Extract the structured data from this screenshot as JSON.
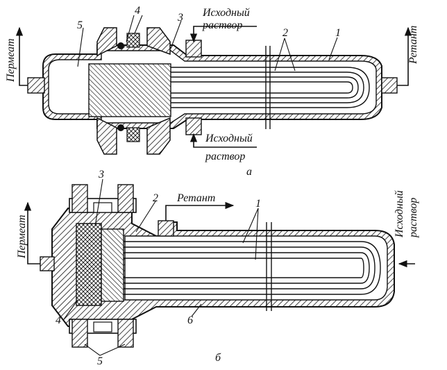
{
  "figure_a": {
    "sublabel": "а",
    "feed_top_line1": "Исходный",
    "feed_top_line2": "раствор",
    "feed_bottom_line1": "Исходный",
    "feed_bottom_line2": "раствор",
    "permeate": "Пермеат",
    "retentate": "Ретант",
    "callouts": [
      "1",
      "2",
      "3",
      "4",
      "5"
    ]
  },
  "figure_b": {
    "sublabel": "б",
    "permeate": "Пермеат",
    "retentate": "Ретант",
    "feed_line1": "Исходный",
    "feed_line2": "раствор",
    "callouts": [
      "1",
      "2",
      "3",
      "4",
      "5",
      "6"
    ]
  },
  "colors": {
    "ink": "#111111",
    "paper": "#ffffff"
  }
}
